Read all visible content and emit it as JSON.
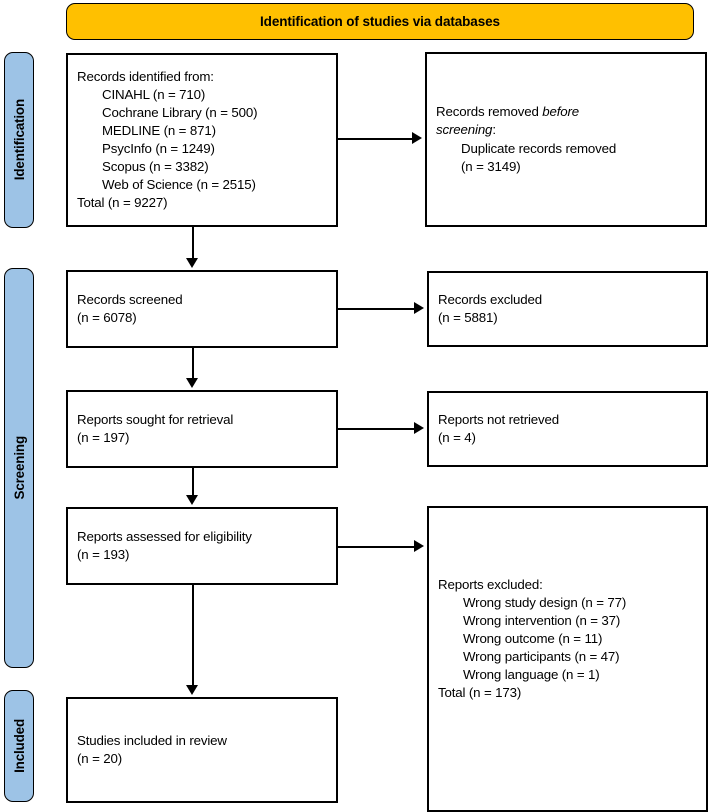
{
  "banner": {
    "title": "Identification of studies via databases"
  },
  "stages": [
    {
      "label": "Identification"
    },
    {
      "label": "Screening"
    },
    {
      "label": "Included"
    }
  ],
  "boxes": {
    "identified": {
      "heading": "Records identified from:",
      "sources": [
        "CINAHL (n = 710)",
        "Cochrane Library (n = 500)",
        "MEDLINE (n = 871)",
        "PsycInfo (n = 1249)",
        "Scopus (n = 3382)",
        "Web of Science (n = 2515)"
      ],
      "total": "Total (n = 9227)"
    },
    "removed": {
      "line1_pre": "Records removed ",
      "line1_em": "before",
      "line2_em": "screening",
      "line2_post": ":",
      "detail": "Duplicate records removed",
      "detail_n": "(n = 3149)"
    },
    "screened": {
      "label": "Records screened",
      "count": "(n = 6078)"
    },
    "excluded_records": {
      "label": "Records excluded",
      "count": "(n = 5881)"
    },
    "sought": {
      "label": "Reports sought for retrieval",
      "count": "(n = 197)"
    },
    "not_retrieved": {
      "label": "Reports not retrieved",
      "count": "(n = 4)"
    },
    "assessed": {
      "label": "Reports assessed for eligibility",
      "count": "(n = 193)"
    },
    "excluded_reports": {
      "heading": "Reports excluded:",
      "reasons": [
        "Wrong study design (n = 77)",
        "Wrong intervention (n = 37)",
        "Wrong outcome (n = 11)",
        "Wrong participants (n = 47)",
        "Wrong language (n = 1)"
      ],
      "total": "Total (n = 173)"
    },
    "included_studies": {
      "label": "Studies included in review",
      "count": "(n = 20)"
    }
  },
  "colors": {
    "banner_fill": "#FFC000",
    "stage_fill": "#9DC3E6",
    "stroke": "#000000",
    "box_fill": "#FFFFFF"
  },
  "chart_data": {
    "type": "diagram",
    "title": "PRISMA 2020 flow diagram — Identification of studies via databases",
    "nodes": [
      {
        "id": "identified",
        "stage": "Identification",
        "label": "Records identified from databases",
        "n": 9227,
        "breakdown": [
          {
            "source": "CINAHL",
            "n": 710
          },
          {
            "source": "Cochrane Library",
            "n": 500
          },
          {
            "source": "MEDLINE",
            "n": 871
          },
          {
            "source": "PsycInfo",
            "n": 1249
          },
          {
            "source": "Scopus",
            "n": 3382
          },
          {
            "source": "Web of Science",
            "n": 2515
          }
        ]
      },
      {
        "id": "removed",
        "stage": "Identification",
        "label": "Records removed before screening: duplicate records removed",
        "n": 3149
      },
      {
        "id": "screened",
        "stage": "Screening",
        "label": "Records screened",
        "n": 6078
      },
      {
        "id": "excluded_records",
        "stage": "Screening",
        "label": "Records excluded",
        "n": 5881
      },
      {
        "id": "sought",
        "stage": "Screening",
        "label": "Reports sought for retrieval",
        "n": 197
      },
      {
        "id": "not_retrieved",
        "stage": "Screening",
        "label": "Reports not retrieved",
        "n": 4
      },
      {
        "id": "assessed",
        "stage": "Screening",
        "label": "Reports assessed for eligibility",
        "n": 193
      },
      {
        "id": "excluded_reports",
        "stage": "Screening",
        "label": "Reports excluded",
        "n": 173,
        "breakdown": [
          {
            "reason": "Wrong study design",
            "n": 77
          },
          {
            "reason": "Wrong intervention",
            "n": 37
          },
          {
            "reason": "Wrong outcome",
            "n": 11
          },
          {
            "reason": "Wrong participants",
            "n": 47
          },
          {
            "reason": "Wrong language",
            "n": 1
          }
        ]
      },
      {
        "id": "included_studies",
        "stage": "Included",
        "label": "Studies included in review",
        "n": 20
      }
    ],
    "edges": [
      {
        "from": "identified",
        "to": "removed",
        "direction": "right"
      },
      {
        "from": "identified",
        "to": "screened",
        "direction": "down"
      },
      {
        "from": "screened",
        "to": "excluded_records",
        "direction": "right"
      },
      {
        "from": "screened",
        "to": "sought",
        "direction": "down"
      },
      {
        "from": "sought",
        "to": "not_retrieved",
        "direction": "right"
      },
      {
        "from": "sought",
        "to": "assessed",
        "direction": "down"
      },
      {
        "from": "assessed",
        "to": "excluded_reports",
        "direction": "right"
      },
      {
        "from": "assessed",
        "to": "included_studies",
        "direction": "down"
      }
    ]
  }
}
